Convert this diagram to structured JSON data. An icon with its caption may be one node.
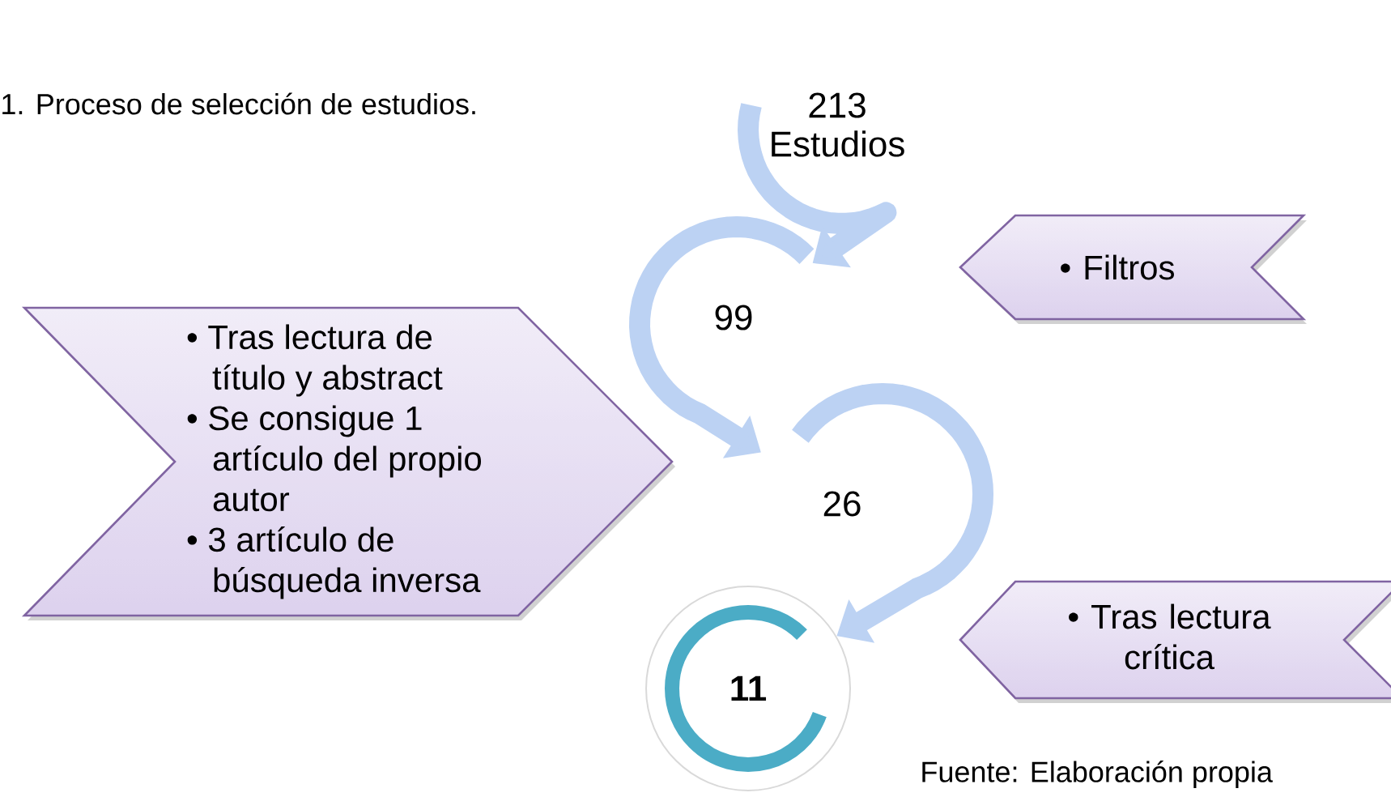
{
  "diagram": {
    "title": "1. Proceso de selección de estudios.",
    "caption": "Fuente: Elaboración propia",
    "nodes": [
      {
        "text": [
          "213 Estudios"
        ]
      },
      {
        "text": [
          "99"
        ]
      },
      {
        "text": [
          "26"
        ]
      },
      {
        "text": [
          "11"
        ]
      },
      {
        "text": [
          "• Tras lectura de título y abstract",
          "• Se consigue 1 artículo del propio autor",
          "• 3 artículo de búsqueda inversa"
        ]
      },
      {
        "text": [
          "• Filtros"
        ]
      },
      {
        "text": [
          "• Tras lectura crítica"
        ]
      }
    ],
    "edges": [
      {
        "from": 0,
        "to": 1,
        "arrow": "to"
      },
      {
        "from": 1,
        "to": 2,
        "arrow": "to"
      },
      {
        "from": 2,
        "to": 3,
        "arrow": "to"
      }
    ]
  }
}
